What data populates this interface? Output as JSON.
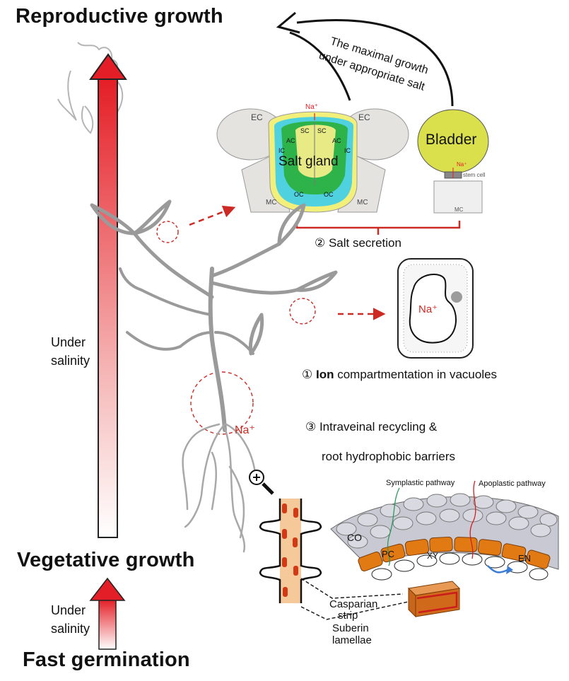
{
  "titles": {
    "reproductive": "Reproductive growth",
    "vegetative": "Vegetative growth",
    "germination": "Fast germination"
  },
  "arrows": {
    "main_label_line1": "Under",
    "main_label_line2": "salinity",
    "small_label_line1": "Under",
    "small_label_line2": "salinity"
  },
  "curved_arrow": {
    "line1": "The maximal growth",
    "line2": "under appropriate salt"
  },
  "salt_gland": {
    "title": "Salt gland",
    "na_label": "Na⁺",
    "cells": {
      "ec": "EC",
      "sc": "SC",
      "ac": "AC",
      "ic": "IC",
      "oc": "OC",
      "mc": "MC"
    }
  },
  "bladder": {
    "title": "Bladder",
    "na_label": "Na⁺",
    "stem_cell": "stem cell",
    "mc": "MC"
  },
  "mechanisms": {
    "salt_secretion": "② Salt secretion",
    "ion_prefix": "①",
    "ion_bold": "Ion",
    "ion_rest": "compartmentation in vacuoles",
    "recycling_line1": "③ Intraveinal recycling &",
    "recycling_line2": "root hydrophobic barriers"
  },
  "vacuole": {
    "na_label": "Na⁺"
  },
  "root": {
    "na_label": "Na⁺"
  },
  "root_section": {
    "symplastic": "Symplastic pathway",
    "apoplastic": "Apoplastic pathway",
    "co": "CO",
    "pc": "PC",
    "xy": "XY",
    "en": "EN",
    "casparian_line1": "Casparian",
    "casparian_line2": "strip",
    "suberin_line1": "Suberin",
    "suberin_line2": "lamellae"
  },
  "colors": {
    "arrow_red": "#e41e26",
    "dashed_red": "#cc2a22",
    "gland_green": "#2db34a",
    "gland_cyan": "#4fd1e0",
    "gland_yellow": "#f2f07a",
    "bladder_yellow": "#d9e04c",
    "endodermis_orange": "#e27a14",
    "plant_gray": "#9a9a9a"
  }
}
